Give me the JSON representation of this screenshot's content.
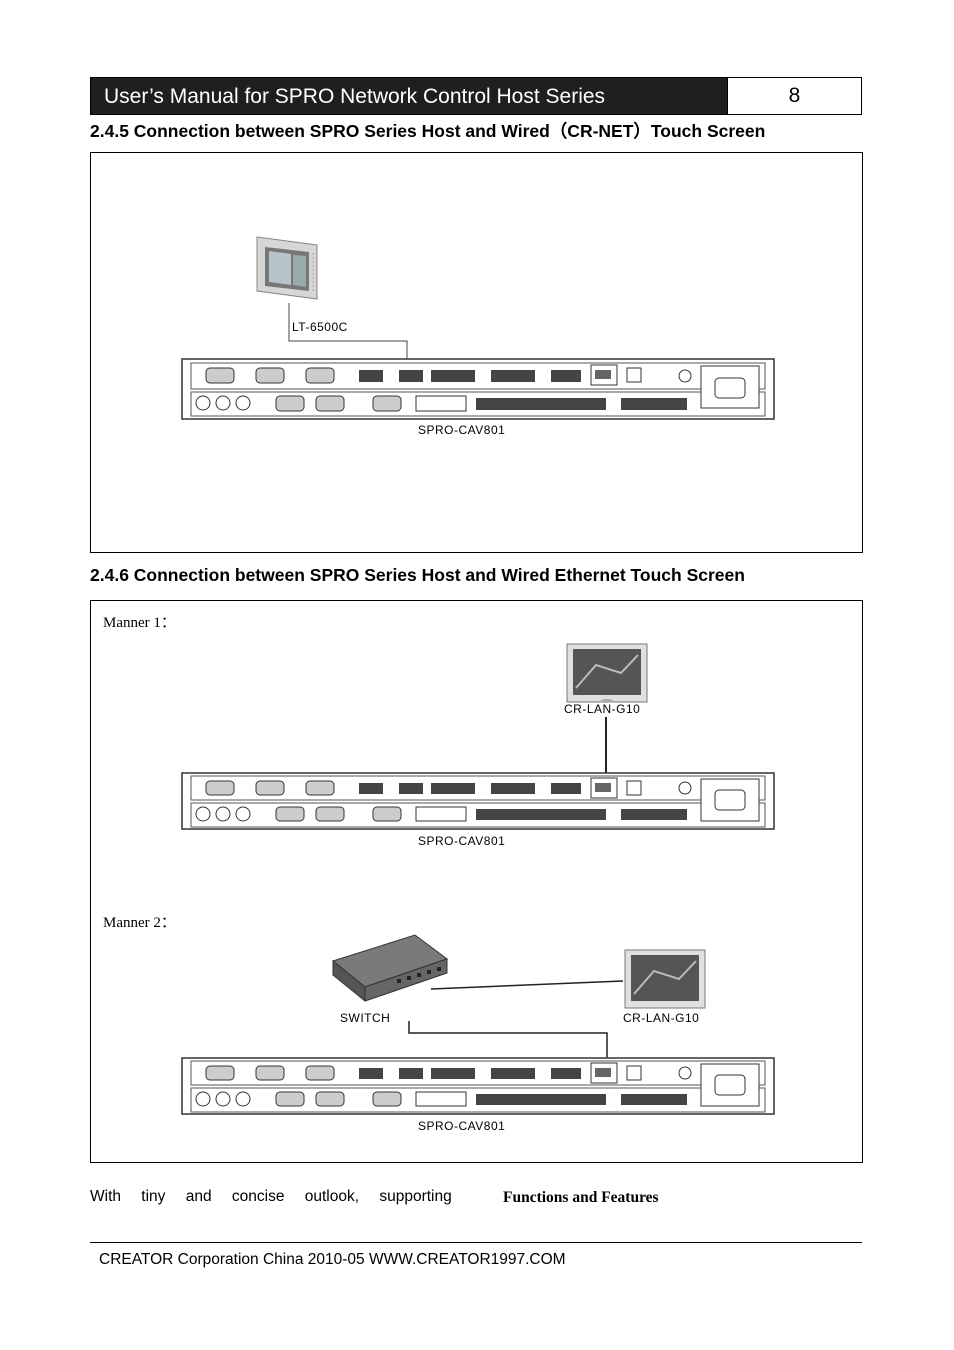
{
  "header": {
    "title": "User’s Manual for SPRO Network Control Host Series",
    "page_number": "8"
  },
  "section_245": {
    "title": "2.4.5 Connection between SPRO Series Host and Wired（CR-NET）Touch Screen",
    "touch_screen_label": "LT-6500C",
    "host_label": "SPRO-CAV801"
  },
  "section_246": {
    "title": "2.4.6 Connection between SPRO Series Host and Wired Ethernet Touch Screen",
    "manner1": {
      "label": "Manner 1：",
      "screen_label": "CR-LAN-G10",
      "host_label": "SPRO-CAV801"
    },
    "manner2": {
      "label": "Manner 2：",
      "switch_label": "SWITCH",
      "screen_label": "CR-LAN-G10",
      "host_label": "SPRO-CAV801"
    }
  },
  "body": {
    "text": "With tiny and concise outlook, supporting",
    "bold_text": "Functions and Features"
  },
  "footer": {
    "text": "CREATOR Corporation China 2010-05 WWW.CREATOR1997.COM"
  }
}
